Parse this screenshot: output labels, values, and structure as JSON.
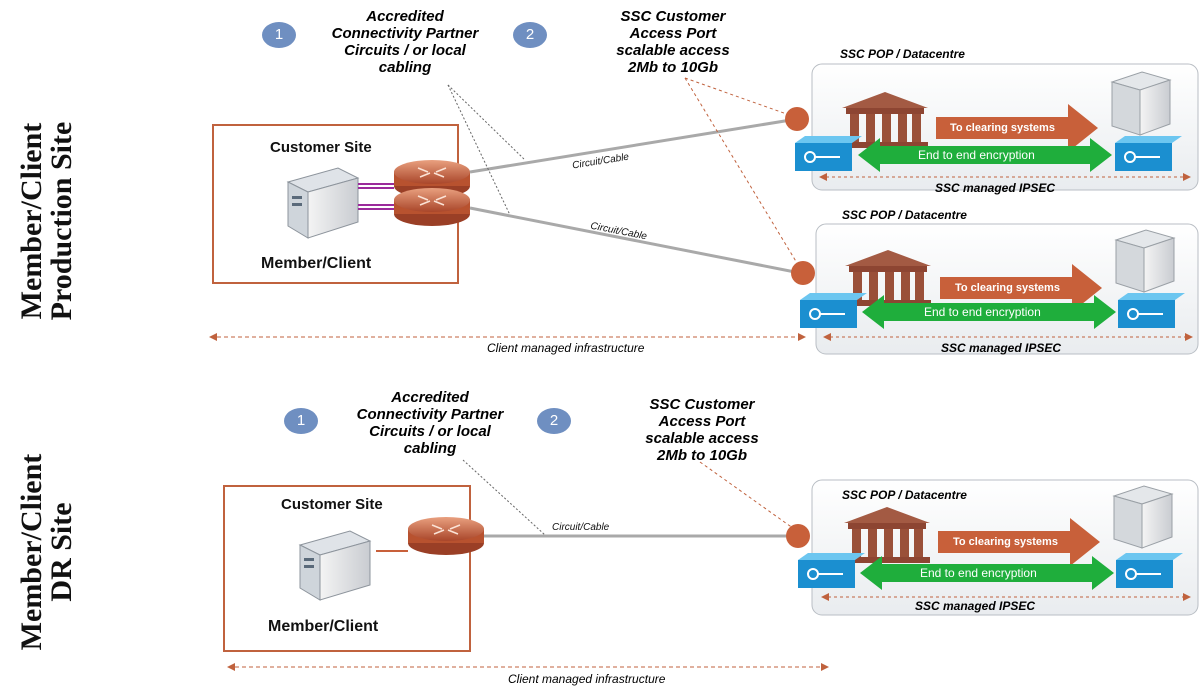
{
  "sections": [
    {
      "side_label": [
        "Member/Client",
        "Production Site"
      ],
      "partner_note": [
        "Accredited",
        "Connectivity Partner",
        "Circuits / or local",
        "cabling"
      ],
      "badge_1": "1",
      "badge_2": "2",
      "port_note": [
        "SSC Customer",
        "Access  Port",
        "scalable access",
        "2Mb to 10Gb"
      ],
      "customer_site": "Customer Site",
      "member_client": "Member/Client",
      "cable_labels": [
        "Circuit/Cable",
        "Circuit/Cable"
      ],
      "pops": [
        {
          "title": "SSC POP / Datacentre",
          "clearing": "To clearing systems",
          "encryption": "End to end encryption",
          "ipsec": "SSC managed IPSEC"
        },
        {
          "title": "SSC POP / Datacentre",
          "clearing": "To clearing systems",
          "encryption": "End to end encryption",
          "ipsec": "SSC managed IPSEC"
        }
      ],
      "infrastructure": "Client managed infrastructure"
    },
    {
      "side_label": [
        "Member/Client",
        "DR  Site"
      ],
      "partner_note": [
        "Accredited",
        "Connectivity Partner",
        "Circuits / or local",
        "cabling"
      ],
      "badge_1": "1",
      "badge_2": "2",
      "port_note": [
        "SSC Customer",
        "Access  Port",
        "scalable access",
        "2Mb to 10Gb"
      ],
      "customer_site": "Customer Site",
      "member_client": "Member/Client",
      "cable_labels": [
        "Circuit/Cable"
      ],
      "pops": [
        {
          "title": "SSC POP / Datacentre",
          "clearing": "To clearing systems",
          "encryption": "End to end encryption",
          "ipsec": "SSC  managed IPSEC"
        }
      ],
      "infrastructure": "Client managed infrastructure"
    }
  ],
  "colors": {
    "site_border": "#c0623e",
    "router": "#c0623e",
    "clearing_arrow": "#c8603a",
    "encryption_arrow": "#1fae3c",
    "badge": "#6f8fc1",
    "dashed": "#c0623e",
    "cable": "#a9a9a9",
    "link": "#9b2a9b"
  }
}
